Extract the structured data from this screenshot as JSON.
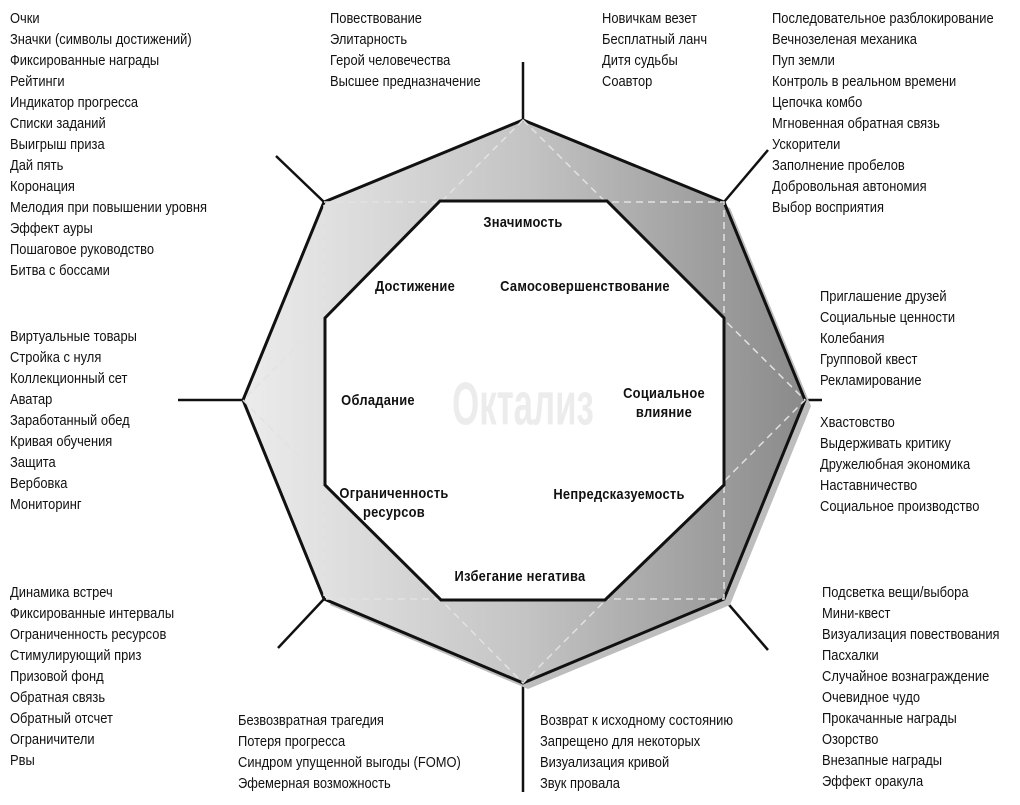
{
  "diagram": {
    "watermark": "Октализ",
    "drives": {
      "meaning": "Значимость",
      "accomplishment": "Достижение",
      "empowerment": "Самосовершенствование",
      "ownership": "Обладание",
      "social_line1": "Социальное",
      "social_line2": "влияние",
      "scarcity_line1": "Ограниченность",
      "scarcity_line2": "ресурсов",
      "unpredictability": "Непредсказуемость",
      "avoidance": "Избегание негатива"
    }
  },
  "lists": {
    "accomplishment": [
      "Очки",
      "Значки (символы достижений)",
      "Фиксированные награды",
      "Рейтинги",
      "Индикатор прогресса",
      "Списки заданий",
      "Выигрыш приза",
      "Дай пять",
      "Коронация",
      "Мелодия при повышении уровня",
      "Эффект ауры",
      "Пошаговое руководство",
      "Битва с боссами"
    ],
    "meaning": [
      "Повествование",
      "Элитарность",
      "Герой человечества",
      "Высшее предназначение"
    ],
    "meaning_right": [
      "Новичкам везет",
      "Бесплатный ланч",
      "Дитя судьбы",
      "Соавтор"
    ],
    "empowerment": [
      "Последовательное разблокирование",
      "Вечнозеленая механика",
      "Пуп земли",
      "Контроль в реальном времени",
      "Цепочка комбо",
      "Мгновенная обратная связь",
      "Ускорители",
      "Заполнение пробелов",
      "Добровольная автономия",
      "Выбор восприятия"
    ],
    "social_upper": [
      "Приглашение друзей",
      "Социальные ценности",
      "Колебания",
      "Групповой квест",
      "Рекламирование"
    ],
    "social_lower": [
      "Хвастовство",
      "Выдерживать критику",
      "Дружелюбная экономика",
      "Наставничество",
      "Социальное производство"
    ],
    "ownership": [
      "Виртуальные товары",
      "Стройка с нуля",
      "Коллекционный сет",
      "Аватар",
      "Заработанный обед",
      "Кривая обучения",
      "Защита",
      "Вербовка",
      "Мониторинг"
    ],
    "scarcity": [
      "Динамика встреч",
      "Фиксированные интервалы",
      "Ограниченность ресурсов",
      "Стимулирующий приз",
      "Призовой фонд",
      "Обратная связь",
      "Обратный отсчет",
      "Ограничители",
      "Рвы"
    ],
    "avoidance_left": [
      "Безвозвратная трагедия",
      "Потеря прогресса",
      "Синдром упущенной выгоды (FOMO)",
      "Эфемерная возможность"
    ],
    "avoidance_right": [
      "Возврат к исходному состоянию",
      "Запрещено для некоторых",
      "Визуализация кривой",
      "Звук провала"
    ],
    "unpredictability": [
      "Подсветка вещи/выбора",
      "Мини-квест",
      "Визуализация повествования",
      "Пасхалки",
      "Случайное вознаграждение",
      "Очевидное чудо",
      "Прокачанные награды",
      "Озорство",
      "Внезапные награды",
      "Эффект оракула"
    ]
  }
}
